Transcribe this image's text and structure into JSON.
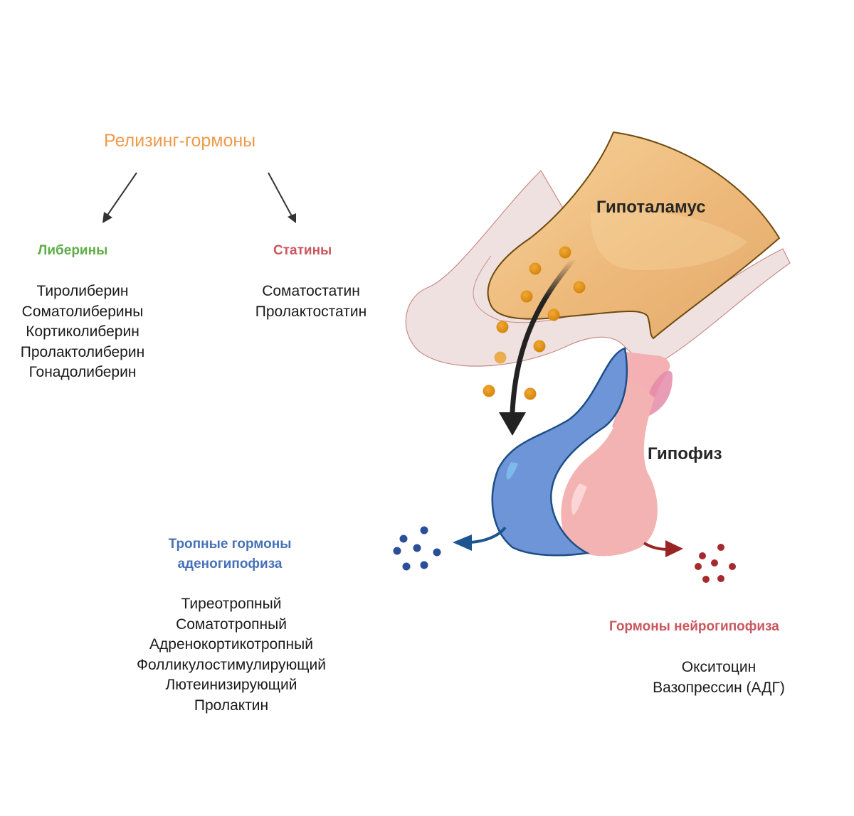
{
  "colors": {
    "orange": "#EE9B4A",
    "green": "#5FAE48",
    "red_heading": "#C9575E",
    "blue_heading": "#4671B6",
    "blue_arrow": "#1D558F",
    "red_arrow": "#9A2424",
    "blue_dots": "#2A4E97",
    "red_dots": "#A52A2D"
  },
  "releasing_hormones": {
    "title": "Релизинг-гормоны",
    "liberins": {
      "heading": "Либерины",
      "items": [
        "Тиролиберин",
        "Соматолиберины",
        "Кортиколиберин",
        "Пролактолиберин",
        "Гонадолиберин"
      ]
    },
    "statins": {
      "heading": "Статины",
      "items": [
        "Соматостатин",
        "Пролактостатин"
      ]
    }
  },
  "organs": {
    "hypothalamus": "Гипоталамус",
    "pituitary": "Гипофиз"
  },
  "adenohypophysis": {
    "heading_line1": "Тропные гормоны",
    "heading_line2": "аденогипофиза",
    "items": [
      "Тиреотропный",
      "Соматотропный",
      "Адренокортикотропный",
      "Фолликулостимулирующий",
      "Лютеинизирующий",
      "Пролактин"
    ]
  },
  "neurohypophysis": {
    "heading": "Гормоны нейрогипофиза",
    "items": [
      "Окситоцин",
      "Вазопрессин (АДГ)"
    ]
  },
  "icons": {
    "releasing_hormone_granules": "orange-dot-icon",
    "tropic_hormone_particles": "blue-dot-icon",
    "neuro_hormone_particles": "red-dot-icon"
  }
}
